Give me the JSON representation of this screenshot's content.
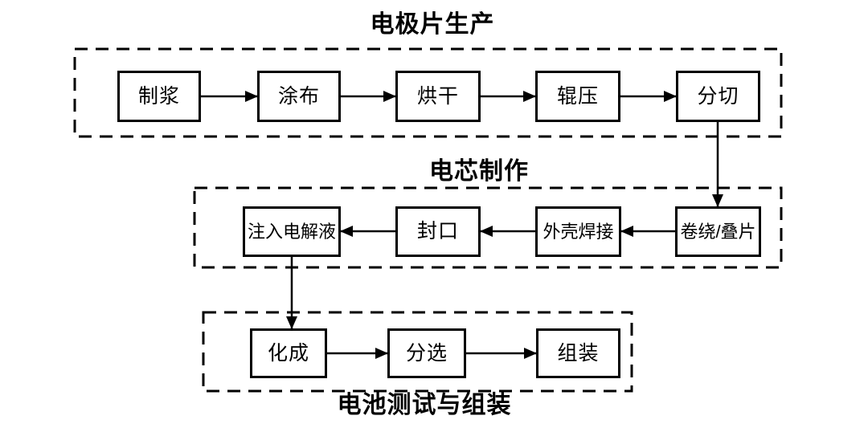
{
  "diagram": {
    "type": "flowchart",
    "background_color": "#ffffff",
    "line_color": "#000000",
    "sections": [
      {
        "title": "电极片生产",
        "title_position": "top",
        "flow_direction": "left-to-right",
        "nodes": [
          {
            "label": "制浆"
          },
          {
            "label": "涂布"
          },
          {
            "label": "烘干"
          },
          {
            "label": "辊压"
          },
          {
            "label": "分切"
          }
        ]
      },
      {
        "title": "电芯制作",
        "title_position": "top",
        "flow_direction": "right-to-left",
        "nodes": [
          {
            "label": "卷绕/叠片"
          },
          {
            "label": "外壳焊接"
          },
          {
            "label": "封口"
          },
          {
            "label": "注入电解液"
          }
        ]
      },
      {
        "title": "电池测试与组装",
        "title_position": "bottom",
        "flow_direction": "left-to-right",
        "nodes": [
          {
            "label": "化成"
          },
          {
            "label": "分选"
          },
          {
            "label": "组装"
          }
        ]
      }
    ],
    "edges": [
      {
        "from": "制浆",
        "to": "涂布"
      },
      {
        "from": "涂布",
        "to": "烘干"
      },
      {
        "from": "烘干",
        "to": "辊压"
      },
      {
        "from": "辊压",
        "to": "分切"
      },
      {
        "from": "分切",
        "to": "卷绕/叠片"
      },
      {
        "from": "卷绕/叠片",
        "to": "外壳焊接"
      },
      {
        "from": "外壳焊接",
        "to": "封口"
      },
      {
        "from": "封口",
        "to": "注入电解液"
      },
      {
        "from": "注入电解液",
        "to": "化成"
      },
      {
        "from": "化成",
        "to": "分选"
      },
      {
        "from": "分选",
        "to": "组装"
      }
    ]
  }
}
